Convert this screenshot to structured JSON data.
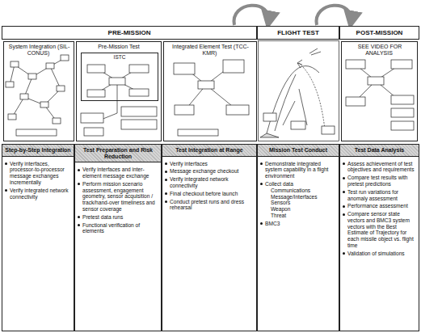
{
  "diagram": {
    "nodes": [
      {
        "text": [
          "PRE-MISSION"
        ]
      },
      {
        "text": [
          "FLIGHT TEST"
        ]
      },
      {
        "text": [
          "POST-MISSION"
        ]
      },
      {
        "text": [
          "System Integration (SIL-CONUS)"
        ]
      },
      {
        "text": [
          "Pre-Mission Test"
        ]
      },
      {
        "text": [
          "ISTC"
        ],
        "in": 4
      },
      {
        "text": [
          "Integrated Element Test (TCC-KMR)"
        ]
      },
      {
        "text": [
          "SEE VIDEO FOR ANALYSIS"
        ]
      },
      {
        "text": [
          "Step-by-Step Integration",
          "Verify interfaces, processor-to-processor message exchanges incrementally",
          "Verify integrated network connectivity"
        ]
      },
      {
        "text": [
          "Test Preparation and Risk Reduction",
          "Verify interfaces and inter-element message exchange",
          "Perform mission scenario assessment, engagement geometry, sensor acquisition / track/hand-over timeliness and sensor coverage",
          "Pretest data runs",
          "Functional verification of elements"
        ]
      },
      {
        "text": [
          "Test Integration at Range",
          "Verify interfaces",
          "Message exchange checkout",
          "Verify integrated network connectivity",
          "Final checkout before launch",
          "Conduct pretest runs and dress rehearsal"
        ]
      },
      {
        "text": [
          "Mission Test Conduct",
          "Demonstrate integrated system capability in a flight environment",
          "Collect data",
          "Communications",
          "Message/Interfaces",
          "Sensors",
          "Weapon",
          "Threat",
          "BMC3"
        ]
      },
      {
        "text": [
          "Test Data Analysis",
          "Assess achievement of test objectives and requirements",
          "Compare test results with pretest predictions",
          "Test run variations for anomaly assessment",
          "Performance assessment",
          "Compare sensor state vectors and BMC3 system vectors with the Best Estimate of Trajectory for each missile object vs. flight time",
          "Validation of simulations"
        ]
      }
    ],
    "edges": [
      {
        "from": 0,
        "to": 1,
        "arrow": "to"
      },
      {
        "from": 1,
        "to": 2,
        "arrow": "to"
      }
    ]
  }
}
